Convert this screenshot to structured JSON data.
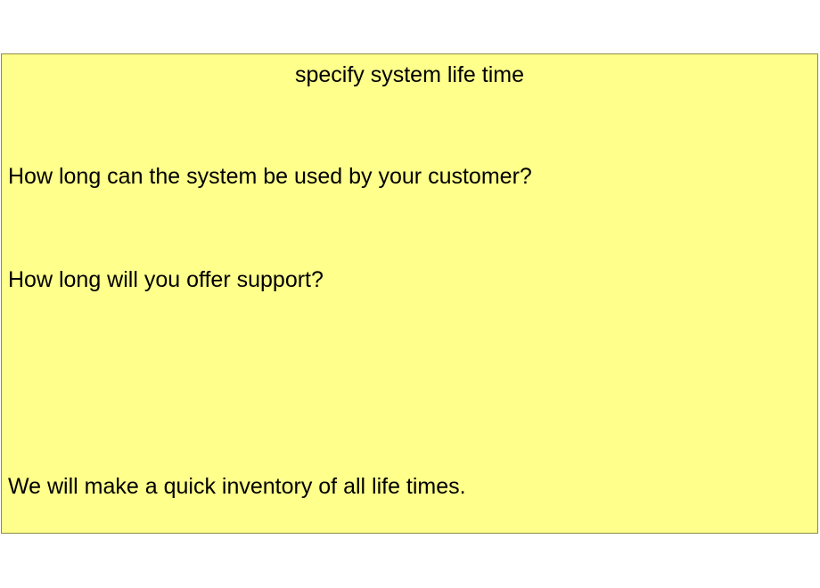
{
  "note": {
    "title": "specify system life time",
    "questions": [
      "How long can the system be used by your customer?",
      "How long will you offer support?"
    ],
    "conclusion": "We will make a quick inventory of all life times."
  }
}
